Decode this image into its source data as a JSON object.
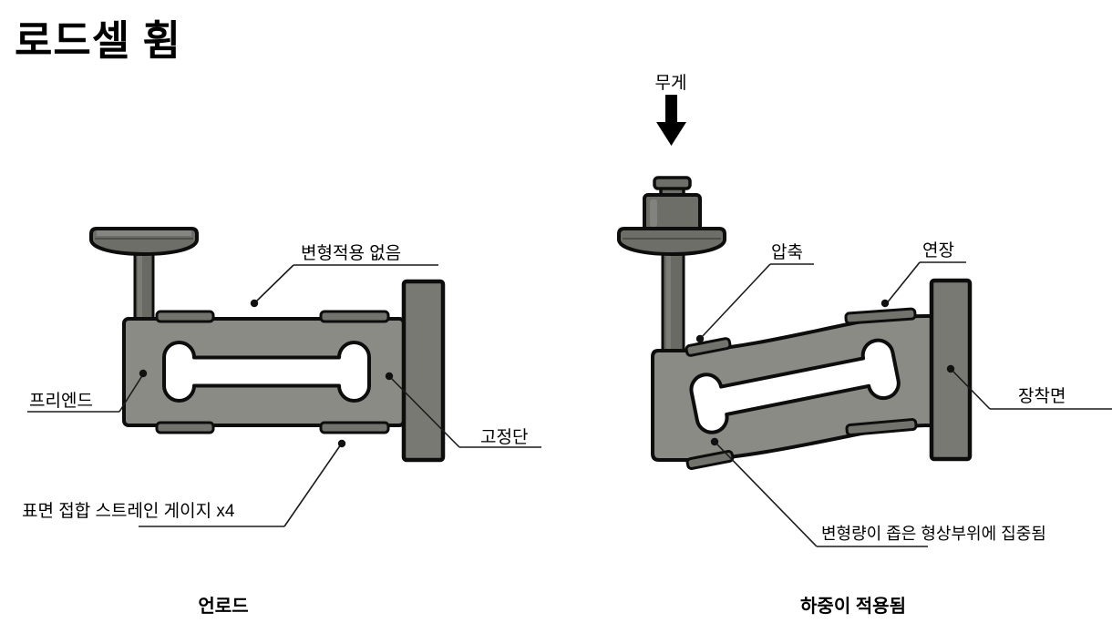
{
  "title": "로드셀 휨",
  "left": {
    "caption": "언로드",
    "labels": {
      "no_strain": "변형적용 없음",
      "free_end": "프리엔드",
      "fixed_end": "고정단",
      "strain_gauges": "표면 접합 스트레인 게이지 x4"
    }
  },
  "right": {
    "caption": "하중이 적용됨",
    "labels": {
      "weight": "무게",
      "compression": "압축",
      "extension": "연장",
      "mounting_surface": "장착면",
      "strain_concentration": "변형량이 좁은 형상부위에 집중됨"
    }
  },
  "colors": {
    "body_fill": "#8b8b85",
    "block_fill": "#797974",
    "metal_fill": "#6e6e69",
    "stem_fill": "#6a6a65",
    "tab_fill": "#73736e",
    "cutout_fill": "#ffffff",
    "outline": "#0d0d0d",
    "leader": "#1a1a1a"
  }
}
